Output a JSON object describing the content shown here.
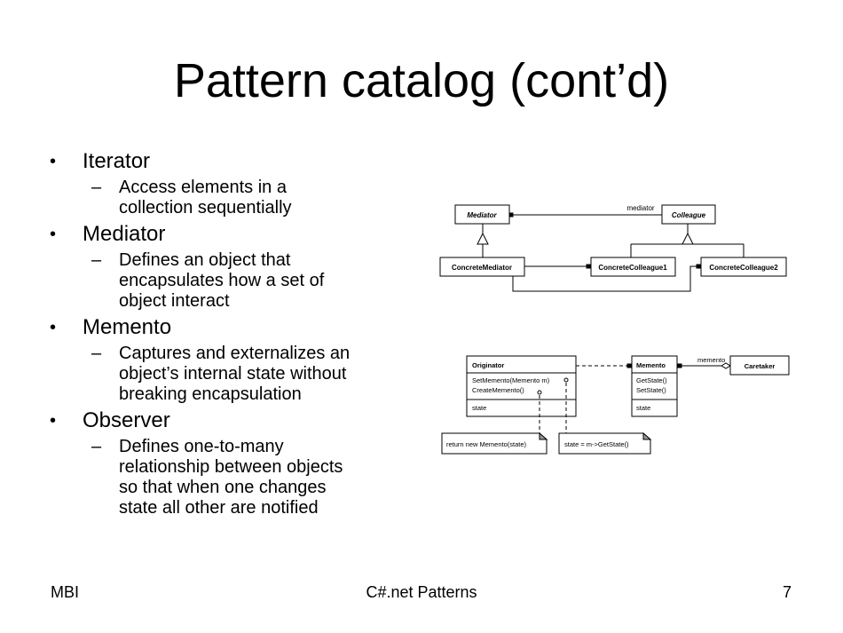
{
  "slide": {
    "title": "Pattern catalog (cont’d)",
    "bullets": [
      {
        "label": "Iterator",
        "sub": [
          "Access elements in a",
          "collection sequentially"
        ]
      },
      {
        "label": "Mediator",
        "sub": [
          "Defines an object that",
          "encapsulates how a set of",
          "object interact"
        ]
      },
      {
        "label": "Memento",
        "sub": [
          "Captures and externalizes an",
          "object’s internal state without",
          "breaking encapsulation"
        ]
      },
      {
        "label": "Observer",
        "sub": [
          "Defines one-to-many",
          "relationship between objects",
          "so that when one changes",
          "state all other are notified"
        ]
      }
    ],
    "bullet_glyph": "•",
    "sub_glyph": "–"
  },
  "mediator_diagram": {
    "mediator": "Mediator",
    "colleague": "Colleague",
    "association_label": "mediator",
    "concrete_mediator": "ConcreteMediator",
    "concrete_colleague1": "ConcreteColleague1",
    "concrete_colleague2": "ConcreteColleague2"
  },
  "memento_diagram": {
    "originator": {
      "name": "Originator",
      "methods": [
        "SetMemento(Memento m)",
        "CreateMemento()"
      ],
      "attributes": [
        "state"
      ]
    },
    "memento": {
      "name": "Memento",
      "methods": [
        "GetState()",
        "SetState()"
      ],
      "attributes": [
        "state"
      ]
    },
    "caretaker": {
      "name": "Caretaker"
    },
    "association_label": "memento",
    "note1": "return new Memento(state)",
    "note2": "state = m->GetState()"
  },
  "footer": {
    "left": "MBI",
    "center": "C#.net Patterns",
    "page": "7"
  }
}
